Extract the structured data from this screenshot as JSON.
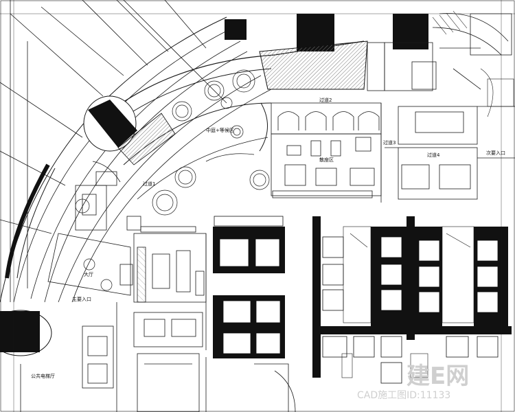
{
  "labels": {
    "courtyard": "中庭+等候区",
    "corridor2": "过道2",
    "corridor3": "过道3",
    "corridor4": "过道4",
    "corridor1": "过道1",
    "dining": "散座区",
    "hall": "大厅",
    "main_entrance": "主要入口",
    "secondary_entrance": "次要入口",
    "public_elevator": "公共电梯厅"
  },
  "watermark": {
    "brand": "建E网",
    "code": "CAD施工图ID:11133"
  },
  "colors": {
    "line": "#1a1a1a",
    "fill_dark": "#111111",
    "hatch": "#8c8c8c",
    "watermark": "#c8c8c8"
  }
}
